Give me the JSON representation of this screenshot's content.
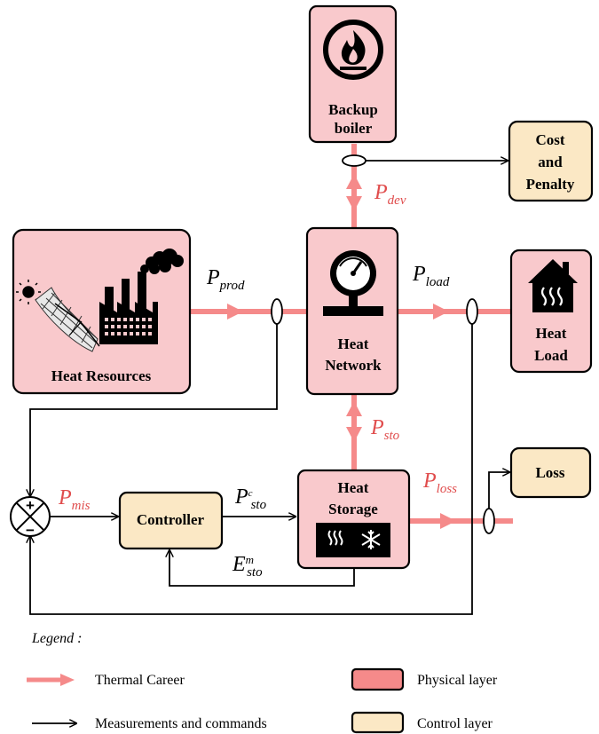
{
  "nodes": {
    "backup_boiler": [
      "Backup",
      "boiler"
    ],
    "cost_penalty": [
      "Cost",
      "and",
      "Penalty"
    ],
    "heat_resources": "Heat Resources",
    "heat_network": [
      "Heat",
      "Network"
    ],
    "heat_load": [
      "Heat",
      "Load"
    ],
    "heat_storage": [
      "Heat",
      "Storage"
    ],
    "loss": "Loss",
    "controller": "Controller"
  },
  "symbols": {
    "p_dev": {
      "base": "P",
      "sub": "dev"
    },
    "p_prod": {
      "base": "P",
      "sub": "prod"
    },
    "p_load": {
      "base": "P",
      "sub": "load"
    },
    "p_sto": {
      "base": "P",
      "sub": "sto"
    },
    "p_loss": {
      "base": "P",
      "sub": "loss"
    },
    "p_mis": {
      "base": "P",
      "sub": "mis"
    },
    "p_c_sto": {
      "base": "P",
      "sup": "c",
      "sub": "sto"
    },
    "e_m_sto": {
      "base": "E",
      "sup": "m",
      "sub": "sto"
    }
  },
  "summer": {
    "plus": "+",
    "minus": "−"
  },
  "legend": {
    "title": "Legend :",
    "thermal": "Thermal Career",
    "measurements": "Measurements and commands",
    "physical": "Physical layer",
    "control": "Control layer"
  },
  "colors": {
    "physical_fill": "#f9c9cc",
    "control_fill": "#fbe8c5",
    "thermal_arrow": "#f58a8a",
    "label_red": "#e04d4d"
  },
  "icons": [
    "fire-icon",
    "sun-icon",
    "solar-dish-icon",
    "factory-icon",
    "smoke-icon",
    "pressure-gauge-icon",
    "house-heat-icon",
    "heat-waves-icon",
    "snowflake-icon"
  ]
}
